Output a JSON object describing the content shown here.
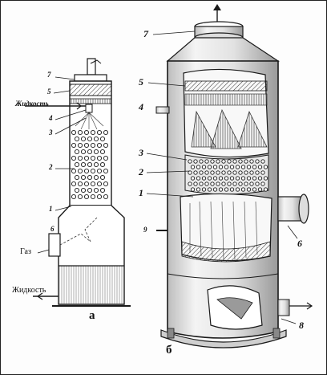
{
  "figure": {
    "colors": {
      "ink": "#1a1a1a",
      "paper": "#fdfdfd",
      "shade": "#8a8a8a"
    },
    "left_column": {
      "caption": "а",
      "label_gas": "Газ",
      "label_liquid_out": "Жидкость",
      "label_liquid_in": "Жидкость",
      "numbers": [
        "7",
        "5",
        "4",
        "3",
        "2",
        "1",
        "6"
      ]
    },
    "right_column": {
      "caption": "б",
      "numbers": [
        "7",
        "5",
        "4",
        "3",
        "2",
        "1",
        "9",
        "6",
        "8"
      ]
    }
  }
}
